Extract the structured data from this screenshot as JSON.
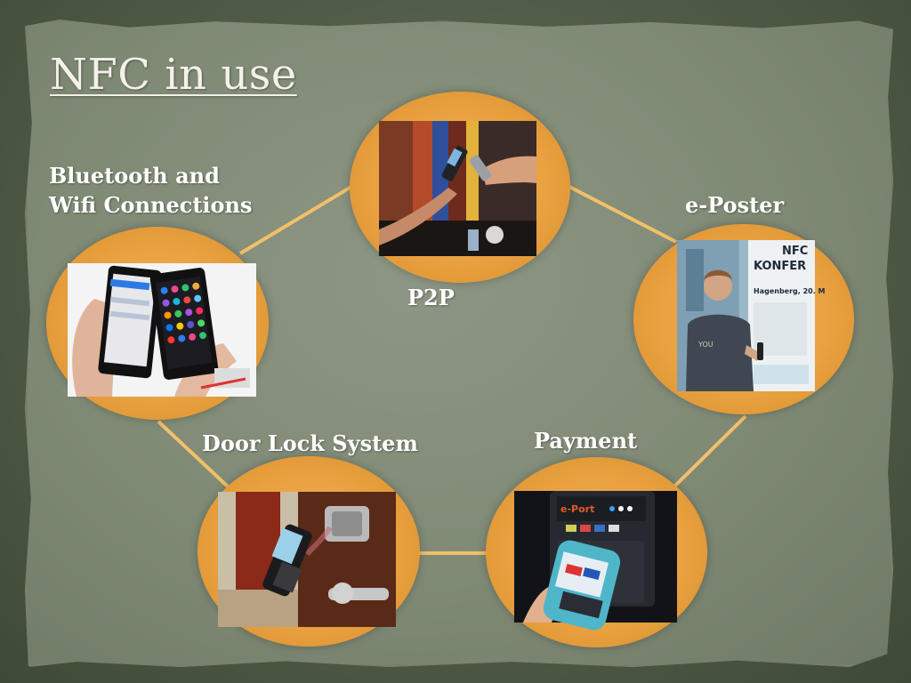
{
  "slide": {
    "title": "NFC in use"
  },
  "nodes": {
    "bluetooth": {
      "label_line1": "Bluetooth and",
      "label_line2": "Wifi Connections",
      "image": "phone-settings-photo"
    },
    "p2p": {
      "label": "P2P",
      "image": "phone-handshake-photo"
    },
    "eposter": {
      "label": "e-Poster",
      "image": "poster-photo",
      "poster_line1": "NFC",
      "poster_line2": "KONFER",
      "poster_line3": "Hagenberg, 20. M"
    },
    "door": {
      "label": "Door Lock System",
      "image": "door-lock-photo"
    },
    "payment": {
      "label": "Payment",
      "image": "payment-terminal-photo"
    }
  },
  "colors": {
    "accent_orange": "#e9a141",
    "connector": "#f2c069",
    "text": "#ffffff"
  }
}
